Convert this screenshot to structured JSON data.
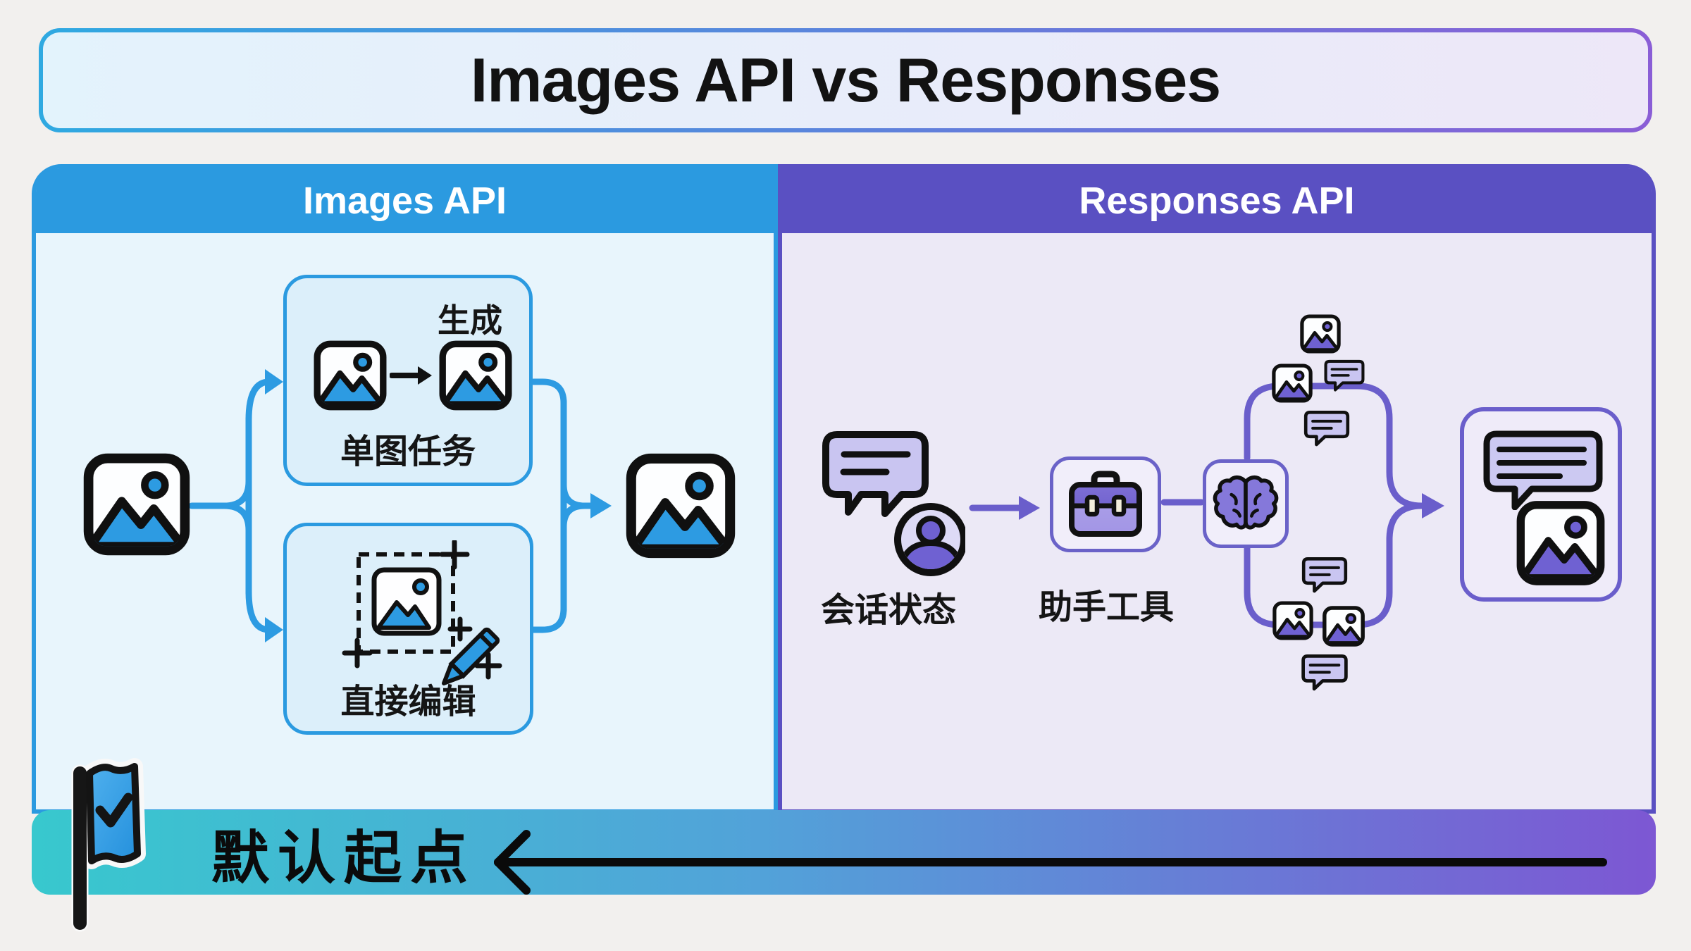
{
  "title": "Images API vs Responses",
  "left_panel": {
    "header": "Images API",
    "generate_tag": "生成",
    "single_image_label": "单图任务",
    "edit_label": "直接编辑"
  },
  "right_panel": {
    "header": "Responses API",
    "session_label": "会话状态",
    "tools_label": "助手工具"
  },
  "banner": {
    "label": "默认起点"
  },
  "colors": {
    "blue": "#2B9AE0",
    "blue_line": "#2D9BE2",
    "blue_panel_bg": "#E8F5FC",
    "blue_box_bg": "#DCEFFA",
    "purple_header": "#5A50C2",
    "purple_panel_bg": "#ECE9F6",
    "purple_line": "#6A5ECB",
    "icon_purple": "#6F61D2",
    "lavender": "#C9C5F1",
    "banner_teal": "#38C8CE",
    "banner_mid_blue": "#52A2D9",
    "banner_purple": "#7D57D3"
  },
  "icons": {
    "image-icon": "picture frame with mountain and sun",
    "arrow-right-icon": "right arrow",
    "crop-edit-icon": "dashed selection with crop marks",
    "pencil-icon": "pencil",
    "chat-bubble-icon": "speech bubble with text lines",
    "person-icon": "avatar in circle",
    "briefcase-icon": "toolbox briefcase",
    "brain-icon": "brain",
    "flag-check-icon": "flag with checkmark",
    "arrow-left-icon": "long left arrow"
  }
}
